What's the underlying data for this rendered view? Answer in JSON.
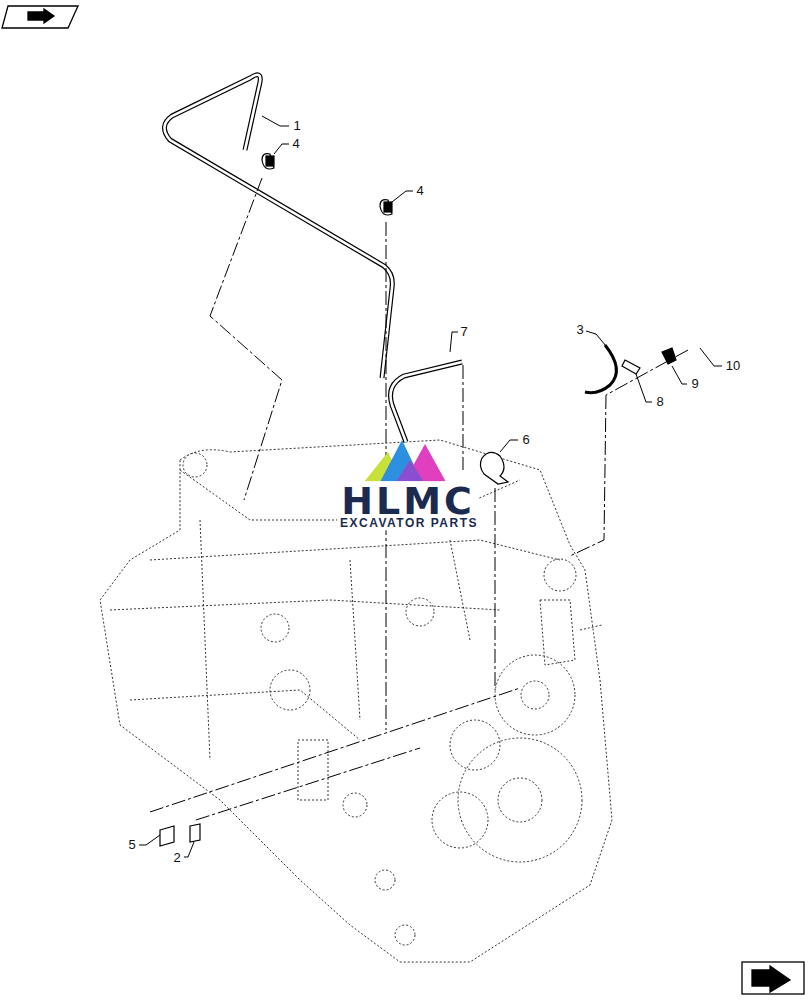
{
  "diagram": {
    "labels": [
      "1",
      "4",
      "4",
      "7",
      "3",
      "6",
      "10",
      "9",
      "8",
      "5",
      "2",
      "HLMC",
      "EXCAVATOR PARTS"
    ]
  }
}
